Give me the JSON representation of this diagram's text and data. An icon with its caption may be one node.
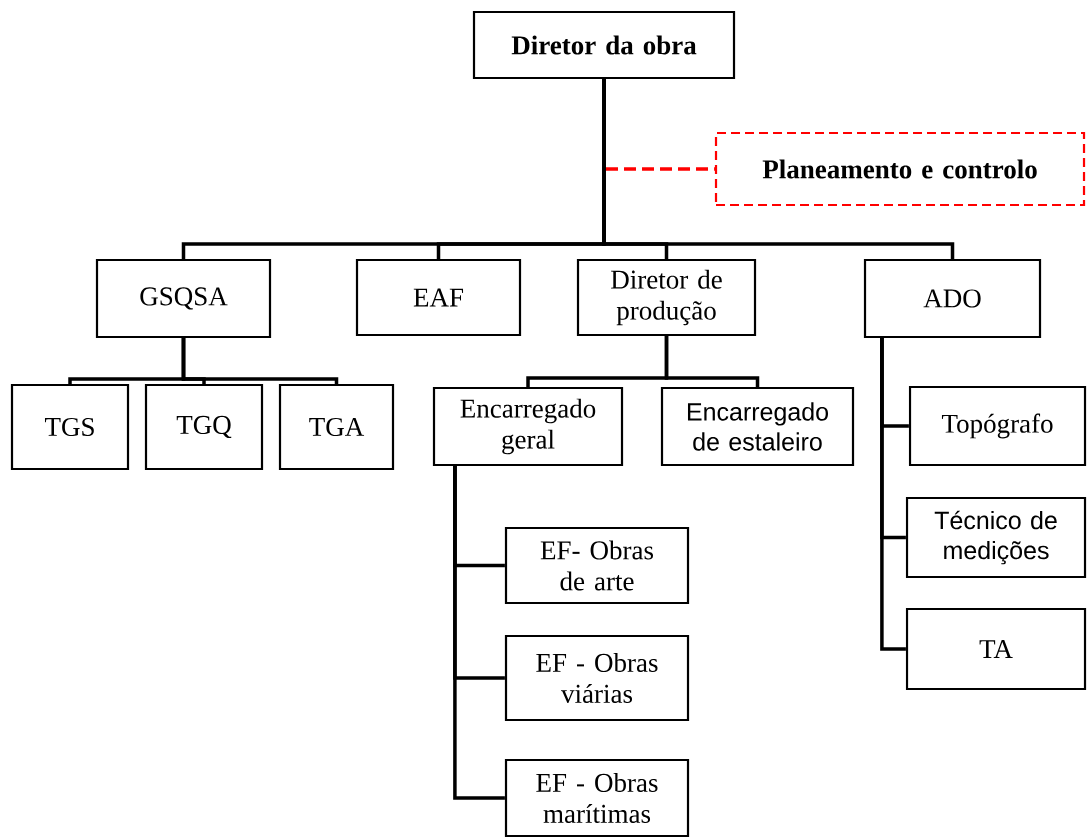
{
  "diagram": {
    "nodes": [
      {
        "text": [
          "Diretor da obra"
        ]
      },
      {
        "text": [
          "Planeamento e controlo"
        ]
      },
      {
        "text": [
          "GSQSA"
        ]
      },
      {
        "text": [
          "EAF"
        ]
      },
      {
        "text": [
          "Diretor de produção"
        ]
      },
      {
        "text": [
          "ADO"
        ]
      },
      {
        "text": [
          "TGS"
        ]
      },
      {
        "text": [
          "TGQ"
        ]
      },
      {
        "text": [
          "TGA"
        ]
      },
      {
        "text": [
          "Encarregado geral"
        ]
      },
      {
        "text": [
          "Encarregado de estaleiro"
        ]
      },
      {
        "text": [
          "Topógrafo"
        ]
      },
      {
        "text": [
          "Técnico de medições"
        ]
      },
      {
        "text": [
          "TA"
        ]
      },
      {
        "text": [
          "EF- Obras de arte"
        ]
      },
      {
        "text": [
          "EF - Obras viárias"
        ]
      },
      {
        "text": [
          "EF - Obras marítimas"
        ]
      }
    ],
    "edges": [
      {
        "from": null,
        "to": 1,
        "arrow": "none",
        "style": "dashed",
        "color": "#ff0000"
      },
      {
        "from": 0,
        "to": 2,
        "arrow": "none"
      },
      {
        "from": 0,
        "to": 3,
        "arrow": "none"
      },
      {
        "from": 0,
        "to": 4,
        "arrow": "none"
      },
      {
        "from": 0,
        "to": 5,
        "arrow": "none"
      },
      {
        "from": 2,
        "to": 6,
        "arrow": "none"
      },
      {
        "from": 2,
        "to": 7,
        "arrow": "none"
      },
      {
        "from": 2,
        "to": 8,
        "arrow": "none"
      },
      {
        "from": 4,
        "to": 9,
        "arrow": "none"
      },
      {
        "from": 4,
        "to": 10,
        "arrow": "none"
      },
      {
        "from": 5,
        "to": 11,
        "arrow": "none"
      },
      {
        "from": 5,
        "to": 12,
        "arrow": "none"
      },
      {
        "from": 5,
        "to": 13,
        "arrow": "none"
      },
      {
        "from": 9,
        "to": 14,
        "arrow": "none"
      },
      {
        "from": 9,
        "to": 15,
        "arrow": "none"
      },
      {
        "from": 9,
        "to": 16,
        "arrow": "none"
      }
    ]
  }
}
